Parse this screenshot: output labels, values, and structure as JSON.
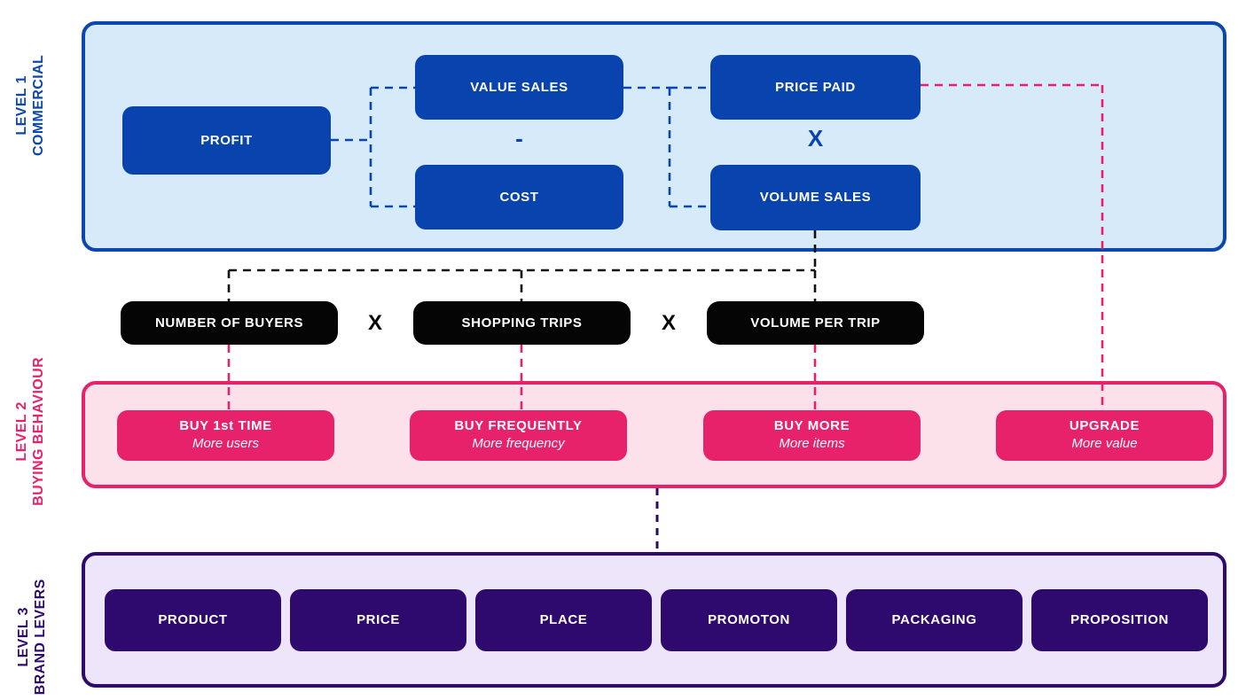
{
  "diagram": {
    "levels": [
      {
        "id": "level-1",
        "line1": "LEVEL 1",
        "line2": "COMMERCIAL",
        "accent": "#0B47B0",
        "fill": "#D6EAFA"
      },
      {
        "id": "level-2",
        "line1": "LEVEL 2",
        "line2": "BUYING BEHAVIOUR",
        "accent": "#E8216B",
        "fill": "#FCE0EA"
      },
      {
        "id": "level-3",
        "line1": "LEVEL 3",
        "line2": "BRAND LEVERS",
        "accent": "#2E0A6E",
        "fill": "#EDE6FA"
      }
    ],
    "level1": {
      "nodes": {
        "profit": "PROFIT",
        "value_sales": "VALUE SALES",
        "cost": "COST",
        "price_paid": "PRICE PAID",
        "volume_sales": "VOLUME SALES"
      },
      "operators": {
        "minus": "-",
        "times": "X"
      }
    },
    "behaviour_drivers": {
      "nodes": [
        {
          "label": "NUMBER OF BUYERS"
        },
        {
          "label": "SHOPPING TRIPS"
        },
        {
          "label": "VOLUME PER TRIP"
        }
      ],
      "operators": [
        "X",
        "X"
      ]
    },
    "level2": {
      "nodes": [
        {
          "title": "BUY 1st TIME",
          "sub": "More users"
        },
        {
          "title": "BUY FREQUENTLY",
          "sub": "More frequency"
        },
        {
          "title": "BUY MORE",
          "sub": "More items"
        },
        {
          "title": "UPGRADE",
          "sub": "More value"
        }
      ]
    },
    "level3": {
      "nodes": [
        {
          "label": "PRODUCT"
        },
        {
          "label": "PRICE"
        },
        {
          "label": "PLACE"
        },
        {
          "label": "PROMOTON"
        },
        {
          "label": "PACKAGING"
        },
        {
          "label": "PROPOSITION"
        }
      ]
    },
    "colors": {
      "blue_accent": "#0B47B0",
      "blue_node": "#0943AE",
      "blue_fill": "#D6EAFA",
      "pink_accent": "#E8216B",
      "pink_fill": "#FCE0EA",
      "purple_accent": "#2E0A6E",
      "purple_fill": "#EDE6FA",
      "black_node": "#050505"
    }
  }
}
